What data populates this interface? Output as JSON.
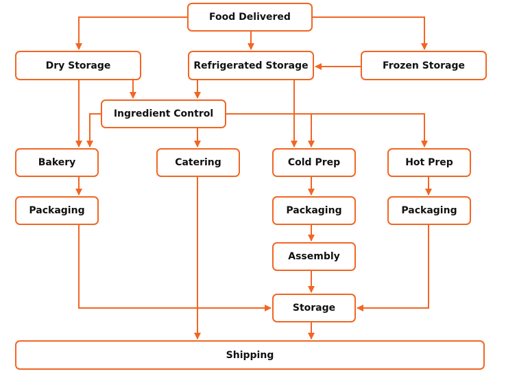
{
  "colors": {
    "accent": "#f26522",
    "text": "#111111",
    "background": "#ffffff"
  },
  "nodes": {
    "food_delivered": "Food Delivered",
    "dry_storage": "Dry Storage",
    "refrigerated_storage": "Refrigerated Storage",
    "frozen_storage": "Frozen Storage",
    "ingredient_control": "Ingredient Control",
    "bakery": "Bakery",
    "catering": "Catering",
    "cold_prep": "Cold Prep",
    "hot_prep": "Hot Prep",
    "packaging_bakery": "Packaging",
    "packaging_cold": "Packaging",
    "packaging_hot": "Packaging",
    "assembly": "Assembly",
    "storage": "Storage",
    "shipping": "Shipping"
  },
  "edges": [
    {
      "from": "Food Delivered",
      "to": "Dry Storage"
    },
    {
      "from": "Food Delivered",
      "to": "Refrigerated Storage"
    },
    {
      "from": "Food Delivered",
      "to": "Frozen Storage"
    },
    {
      "from": "Frozen Storage",
      "to": "Refrigerated Storage"
    },
    {
      "from": "Dry Storage",
      "to": "Ingredient Control"
    },
    {
      "from": "Refrigerated Storage",
      "to": "Ingredient Control"
    },
    {
      "from": "Dry Storage",
      "to": "Bakery"
    },
    {
      "from": "Refrigerated Storage",
      "to": "Cold Prep"
    },
    {
      "from": "Ingredient Control",
      "to": "Bakery"
    },
    {
      "from": "Ingredient Control",
      "to": "Catering"
    },
    {
      "from": "Ingredient Control",
      "to": "Cold Prep"
    },
    {
      "from": "Ingredient Control",
      "to": "Hot Prep"
    },
    {
      "from": "Bakery",
      "to": "Packaging"
    },
    {
      "from": "Cold Prep",
      "to": "Packaging"
    },
    {
      "from": "Hot Prep",
      "to": "Packaging"
    },
    {
      "from": "Packaging",
      "to": "Assembly"
    },
    {
      "from": "Assembly",
      "to": "Storage"
    },
    {
      "from": "Packaging",
      "to": "Storage"
    },
    {
      "from": "Packaging",
      "to": "Storage"
    },
    {
      "from": "Catering",
      "to": "Shipping"
    },
    {
      "from": "Storage",
      "to": "Shipping"
    }
  ]
}
